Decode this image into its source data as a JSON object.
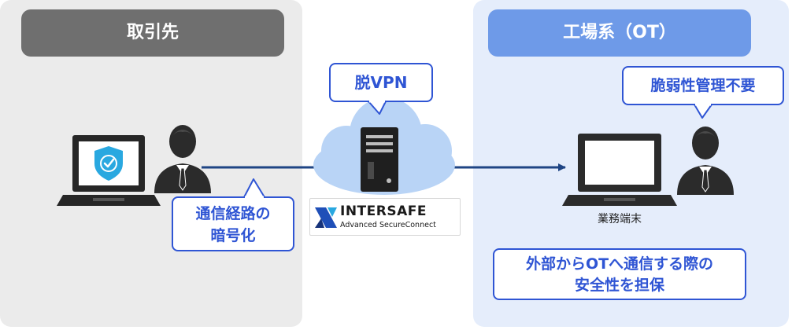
{
  "left_zone": {
    "title": "取引先"
  },
  "right_zone": {
    "title": "工場系（OT）"
  },
  "callouts": {
    "no_vpn": "脱VPN",
    "encryption_line1": "通信経路の",
    "encryption_line2": "暗号化",
    "no_vuln_mgmt": "脆弱性管理不要",
    "safety_line1": "外部からOTへ通信する際の",
    "safety_line2": "安全性を担保"
  },
  "device": {
    "terminal_label": "業務端末"
  },
  "product_logo": {
    "name": "INTERSAFE",
    "subtitle": "Advanced SecureConnect"
  },
  "colors": {
    "accent_blue": "#2f55d4",
    "line_navy": "#1f4584",
    "cloud_blue": "#b9d4f6",
    "person_dark": "#2b2b2b",
    "shield_cyan": "#29a8e0"
  }
}
